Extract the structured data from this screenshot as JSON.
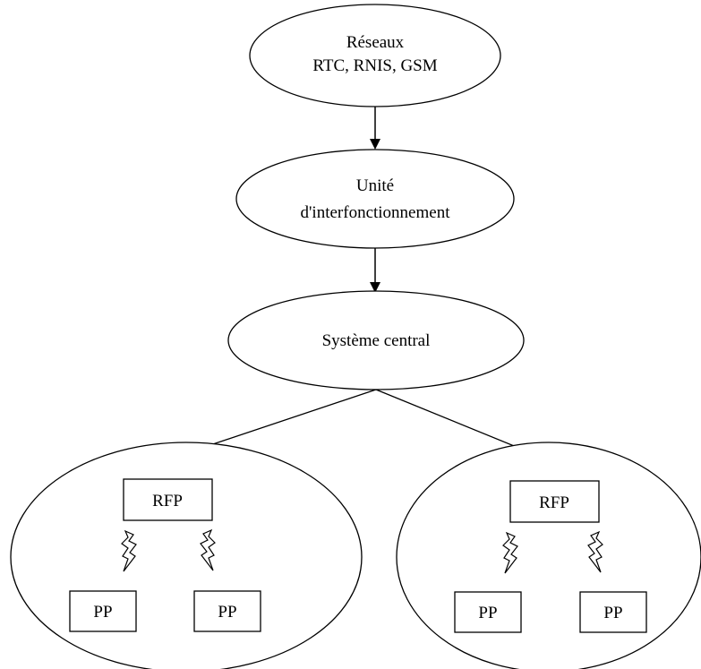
{
  "diagram": {
    "nodes": {
      "reseaux": {
        "line1": "Réseaux",
        "line2": "RTC, RNIS, GSM"
      },
      "unite": {
        "line1": "Unité",
        "line2": "d'interfonctionnement"
      },
      "systeme": {
        "label": "Système central"
      }
    },
    "cells": [
      {
        "base_station": "RFP",
        "portable_left": "PP",
        "portable_right": "PP"
      },
      {
        "base_station": "RFP",
        "portable_left": "PP",
        "portable_right": "PP"
      }
    ],
    "colors": {
      "stroke": "#000000",
      "background": "#ffffff"
    },
    "link_icon": "lightning-bolt-icon"
  }
}
